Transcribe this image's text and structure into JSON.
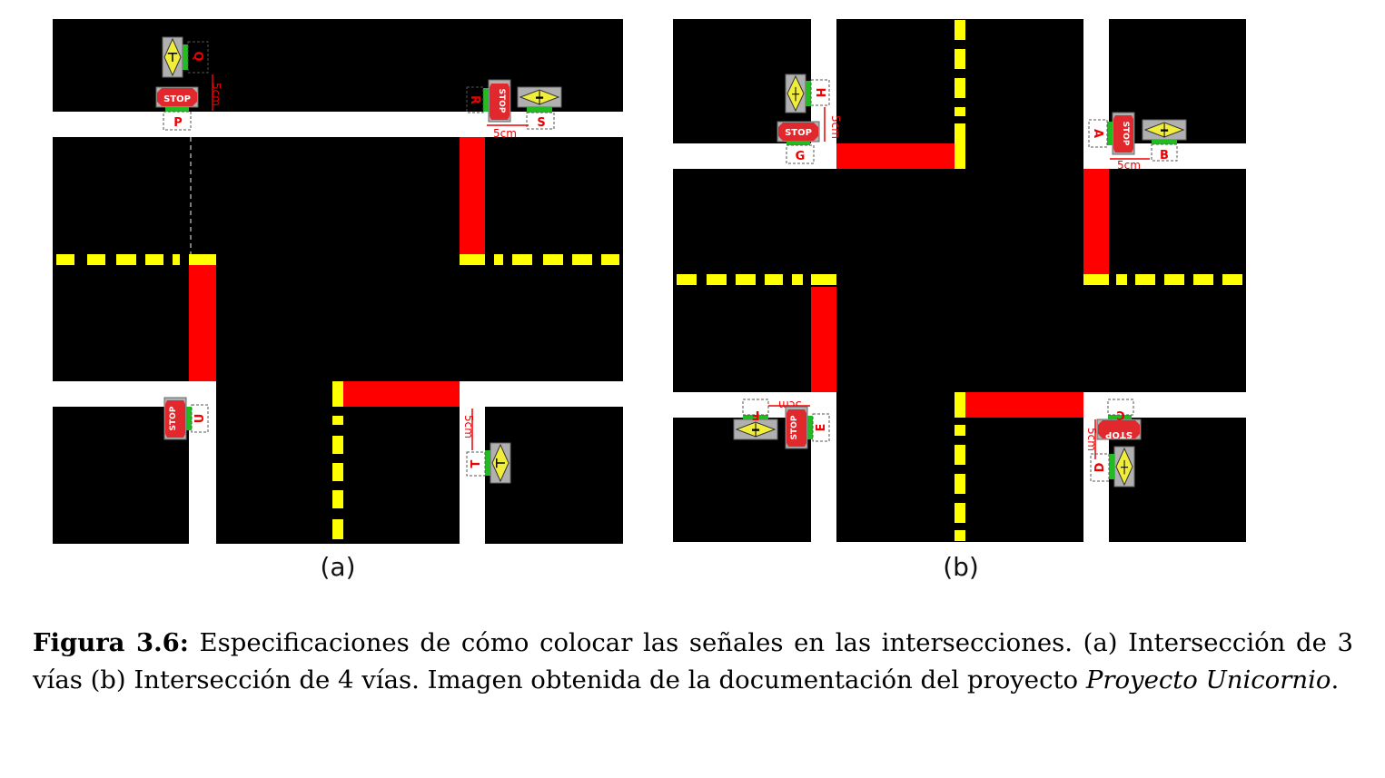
{
  "figure": {
    "panel_a_label": "(a)",
    "panel_b_label": "(b)",
    "dist_label": "5cm",
    "stop_text": "STOP",
    "caption_prefix": "Figura 3.6:",
    "caption_body": " Especificaciones de cómo colocar las señales en las intersecciones. (a) Intersección de 3 vías (b) Intersección de 4 vías. Imagen obtenida de la documentación del proyecto ",
    "caption_italic": "Proyecto Unicornio",
    "caption_end": "."
  },
  "signs_a": [
    "P",
    "Q",
    "R",
    "S",
    "T",
    "U"
  ],
  "signs_b": [
    "A",
    "B",
    "C",
    "D",
    "E",
    "F",
    "G",
    "H"
  ],
  "colors": {
    "road": "#000000",
    "lane_white": "#ffffff",
    "stop_line_red": "#ff0000",
    "dash_yellow": "#ffff00",
    "sign_red": "#e0282d",
    "sign_yellow": "#f0ee3a",
    "sign_green": "#22bb22"
  }
}
